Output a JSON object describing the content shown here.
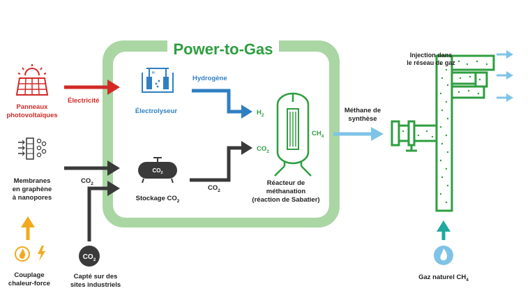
{
  "title": "Power-to-Gas",
  "sources": {
    "solar": {
      "label_line1": "Panneaux",
      "label_line2": "photovoltaïques",
      "arrow_label": "Électricité"
    },
    "membranes": {
      "label_line1": "Membranes",
      "label_line2": "en graphène",
      "label_line3": "à nanopores",
      "arrow_label": "CO",
      "arrow_label_sub": "2"
    },
    "cogeneration": {
      "label_line1": "Couplage",
      "label_line2": "chaleur-force"
    },
    "industrial": {
      "badge": "CO",
      "badge_sub": "2",
      "label_line1": "Capté sur des",
      "label_line2": "sites industriels"
    }
  },
  "process": {
    "electrolyser": {
      "label": "Électrolyseur",
      "output_label": "Hydrogène",
      "h_mark": "H"
    },
    "storage": {
      "tank_label": "CO",
      "tank_label_sub": "2",
      "label": "Stockage CO",
      "label_sub": "2",
      "output_label": "CO",
      "output_label_sub": "2"
    },
    "reactor": {
      "in_h2": "H",
      "in_h2_sub": "2",
      "in_co2": "CO",
      "in_co2_sub": "2",
      "out_ch4": "CH",
      "out_ch4_sub": "4",
      "label_line1": "Réacteur de",
      "label_line2": "méthanation",
      "label_line3": "(réaction de Sabatier)"
    }
  },
  "output": {
    "label_line1": "Méthane de",
    "label_line2": "synthèse"
  },
  "grid": {
    "label_line1": "Injection dans",
    "label_line2": "le réseau de gaz"
  },
  "natural_gas": {
    "label": "Gaz naturel CH",
    "label_sub": "4"
  },
  "colors": {
    "green_dark": "#2e9e3f",
    "green_light": "#a9d6a3",
    "green_bg": "#d9eed5",
    "red": "#d22a27",
    "blue": "#2f7fc1",
    "light_blue": "#7fc3e6",
    "teal": "#1fa8a0",
    "gray": "#3a3a3a",
    "orange": "#f3a91d"
  },
  "icons": [
    "solar-panel-icon",
    "sun-icon",
    "membrane-icon",
    "flame-icon",
    "lightning-icon",
    "electrolyser-icon",
    "tank-icon",
    "reactor-icon",
    "pipe-network-icon",
    "gas-flame-icon"
  ]
}
